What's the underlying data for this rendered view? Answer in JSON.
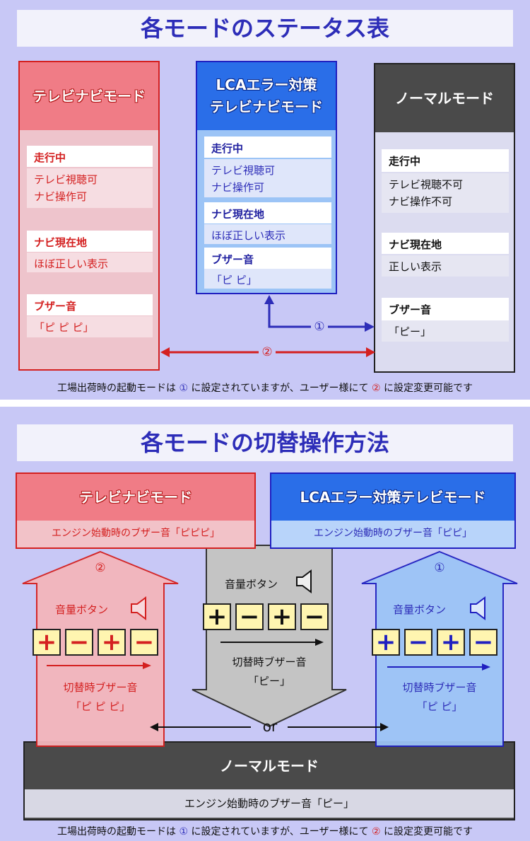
{
  "section1": {
    "title": "各モードのステータス表",
    "colors": {
      "red": "#d42020",
      "blue": "#2d2db8",
      "dark": "#4a4a4a"
    },
    "tv_nav": {
      "header": "テレビナビモード",
      "driving_label": "走行中",
      "driving_value_1": "テレビ視聴可",
      "driving_value_2": "ナビ操作可",
      "location_label": "ナビ現在地",
      "location_value": "ほぼ正しい表示",
      "buzzer_label": "ブザー音",
      "buzzer_value": "「ピ ピ ピ」"
    },
    "lca": {
      "header_1": "LCAエラー対策",
      "header_2": "テレビナビモード",
      "driving_label": "走行中",
      "driving_value_1": "テレビ視聴可",
      "driving_value_2": "ナビ操作可",
      "location_label": "ナビ現在地",
      "location_value": "ほぼ正しい表示",
      "buzzer_label": "ブザー音",
      "buzzer_value": "「ピ ピ」"
    },
    "normal": {
      "header": "ノーマルモード",
      "driving_label": "走行中",
      "driving_value_1": "テレビ視聴不可",
      "driving_value_2": "ナビ操作不可",
      "location_label": "ナビ現在地",
      "location_value": "正しい表示",
      "buzzer_label": "ブザー音",
      "buzzer_value": "「ピー」"
    },
    "arrow_1": "①",
    "arrow_2": "②",
    "note_a": "工場出荷時の起動モードは",
    "note_n1": "①",
    "note_b": "に設定されていますが、ユーザー様にて",
    "note_n2": "②",
    "note_c": "に設定変更可能です"
  },
  "section2": {
    "title": "各モードの切替操作方法",
    "tv_nav": {
      "header": "テレビナビモード",
      "sub": "エンジン始動時のブザー音「ピピピ」",
      "num": "②",
      "volume_label": "音量ボタン",
      "buttons": [
        "+",
        "−",
        "+",
        "−"
      ],
      "switch_label": "切替時ブザー音",
      "switch_value": "「ピ ピ ピ」"
    },
    "lca": {
      "header": "LCAエラー対策テレビモード",
      "sub": "エンジン始動時のブザー音「ピピ」",
      "num": "①",
      "volume_label": "音量ボタン",
      "buttons": [
        "+",
        "−",
        "+",
        "−"
      ],
      "switch_label": "切替時ブザー音",
      "switch_value": "「ピ ピ」"
    },
    "center": {
      "volume_label": "音量ボタン",
      "buttons": [
        "+",
        "−",
        "+",
        "−"
      ],
      "switch_label": "切替時ブザー音",
      "switch_value": "「ピー」"
    },
    "or_label": "or",
    "normal": {
      "header": "ノーマルモード",
      "sub": "エンジン始動時のブザー音「ピー」"
    },
    "note_a": "工場出荷時の起動モードは",
    "note_n1": "①",
    "note_b": "に設定されていますが、ユーザー様にて",
    "note_n2": "②",
    "note_c": "に設定変更可能です"
  }
}
